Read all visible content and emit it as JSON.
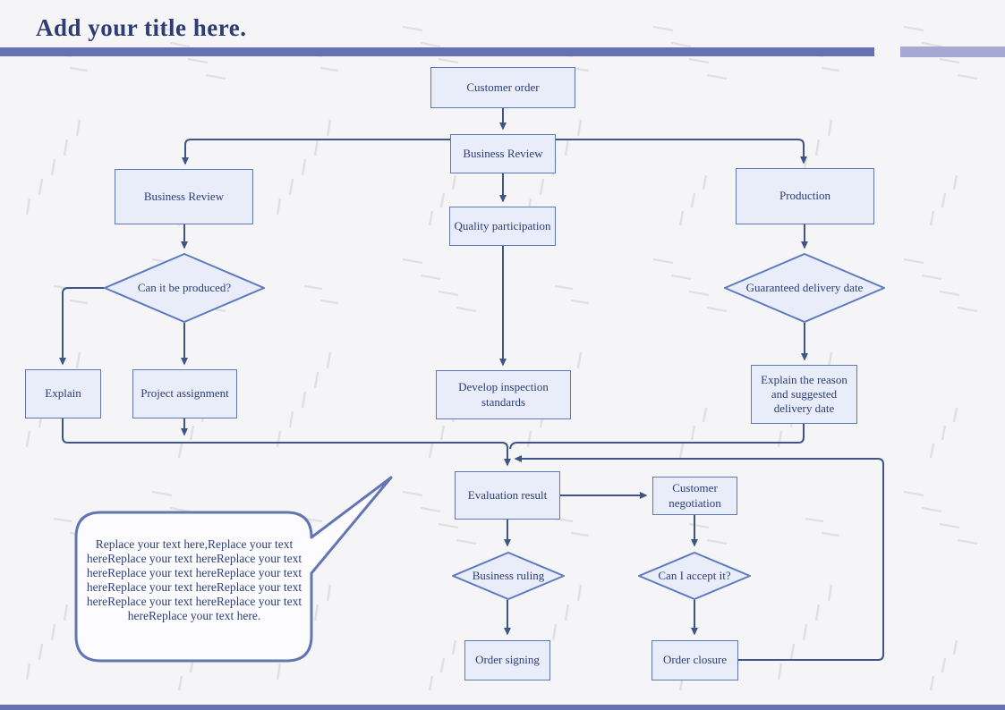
{
  "header": {
    "title": "Add your title here."
  },
  "colors": {
    "background": "#f5f5f7",
    "accent_bar": "#6571b3",
    "accent_bar_light": "#a5a8d3",
    "node_fill": "#e9edf9",
    "node_border": "#5d78b6",
    "connector": "#3e5585",
    "text": "#2c3e76",
    "callout_border": "#6375b2"
  },
  "nodes": {
    "customer_order": "Customer order",
    "business_review_center": "Business Review",
    "quality_participation": "Quality participation",
    "business_review_left": "Business Review",
    "production": "Production",
    "can_it_be_produced": "Can it be produced?",
    "guaranteed_delivery_date": "Guaranteed delivery date",
    "explain": "Explain",
    "project_assignment": "Project assignment",
    "develop_inspection_standards": "Develop inspection standards",
    "explain_reason": "Explain the reason and suggested delivery date",
    "evaluation_result": "Evaluation result",
    "customer_negotiation": "Customer negotiation",
    "business_ruling": "Business ruling",
    "can_i_accept_it": "Can I accept it?",
    "order_signing": "Order signing",
    "order_closure": "Order closure"
  },
  "callout": {
    "lines": [
      "Replace your text here,Replace your text",
      "hereReplace your text hereReplace your text",
      "hereReplace your text hereReplace your text",
      "hereReplace your text hereReplace your text",
      "hereReplace your text hereReplace your text",
      "hereReplace your text here."
    ]
  }
}
